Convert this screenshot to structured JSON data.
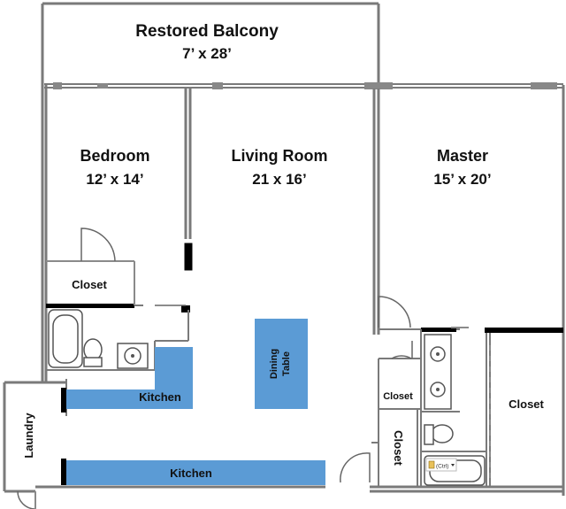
{
  "colors": {
    "counter": "#5b9bd5",
    "wall": "#7a7a7a",
    "background": "#ffffff",
    "text": "#111111"
  },
  "rooms": {
    "balcony": {
      "name": "Restored Balcony",
      "size": "7’ x 28’"
    },
    "bedroom": {
      "name": "Bedroom",
      "size": "12’ x 14’"
    },
    "living": {
      "name": "Living Room",
      "size": "21 x 16’"
    },
    "master": {
      "name": "Master",
      "size": "15’ x 20’"
    },
    "closet_bedroom": {
      "name": "Closet"
    },
    "closet_small": {
      "name": "Closet"
    },
    "closet_hall": {
      "name": "Closet"
    },
    "closet_master": {
      "name": "Closet"
    },
    "laundry": {
      "name": "Laundry"
    }
  },
  "kitchen": {
    "upper": "Kitchen",
    "lower": "Kitchen"
  },
  "dining": {
    "line1": "Dining",
    "line2": "Table"
  },
  "paste_tag": "(Ctrl)"
}
